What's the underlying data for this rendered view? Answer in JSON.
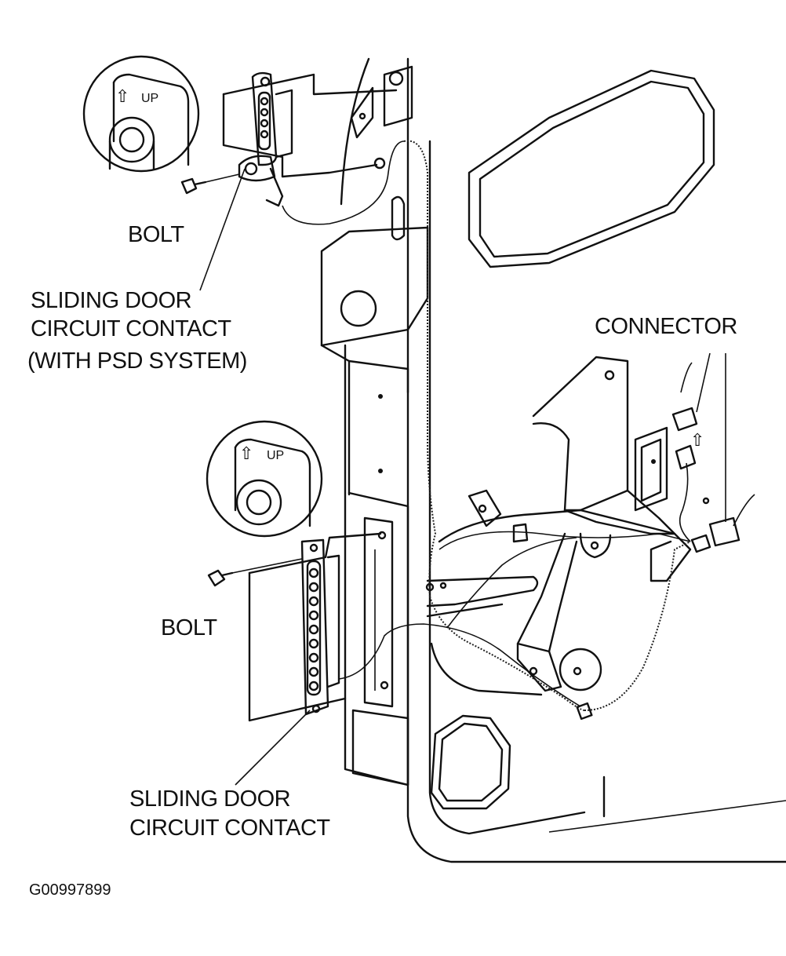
{
  "figure_id": "G00997899",
  "labels": {
    "bolt_upper": "BOLT",
    "bolt_lower": "BOLT",
    "connector": "CONNECTOR",
    "contact_psd": [
      "SLIDING DOOR",
      "CIRCUIT CONTACT",
      "(WITH PSD SYSTEM)"
    ],
    "contact_std": [
      "SLIDING DOOR",
      "CIRCUIT CONTACT"
    ]
  },
  "inset_upper": {
    "arrow_glyph": "⇧",
    "text": "UP"
  },
  "inset_lower": {
    "arrow_glyph": "⇧",
    "text": "UP"
  },
  "connector_arrow_glyph": "⇧"
}
